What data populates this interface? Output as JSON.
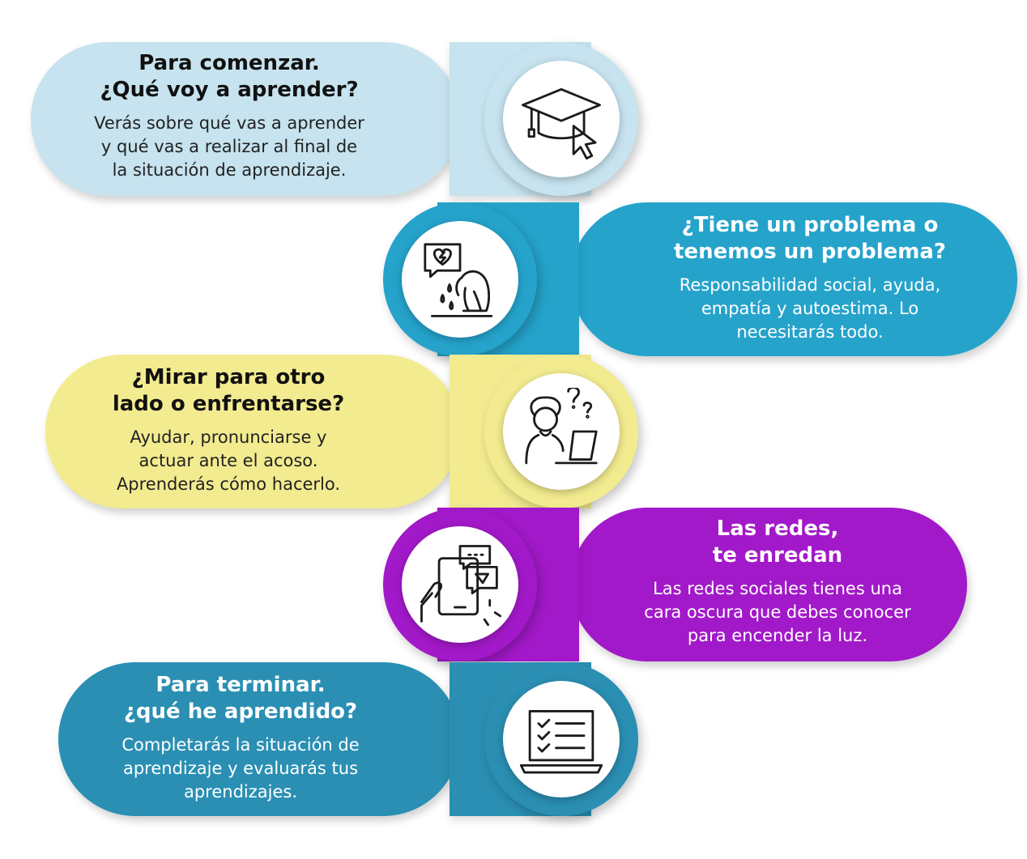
{
  "steps": [
    {
      "title_line1": "Para comenzar.",
      "title_line2": "¿Qué voy a aprender?",
      "desc_line1": "Verás sobre qué vas a aprender",
      "desc_line2": "y qué vas a realizar al final de",
      "desc_line3": "la situación de aprendizaje.",
      "color": "#c6e3ef",
      "icon": "graduation-cap-cursor-icon"
    },
    {
      "title_line1": "¿Tiene un problema o",
      "title_line2": "tenemos un problema?",
      "desc_line1": "Responsabilidad social, ayuda,",
      "desc_line2": "empatía y autoestima. Lo",
      "desc_line3": "necesitarás todo.",
      "color": "#25a3cb",
      "icon": "sad-person-icon"
    },
    {
      "title_line1": "¿Mirar para otro",
      "title_line2": "lado o enfrentarse?",
      "desc_line1": "Ayudar, pronunciarse y",
      "desc_line2": "actuar ante el acoso.",
      "desc_line3": "Aprenderás cómo hacerlo.",
      "color": "#f3eb8f",
      "icon": "confused-person-laptop-icon"
    },
    {
      "title_line1": "Las redes,",
      "title_line2": "te enredan",
      "desc_line1": "Las redes sociales tienes una",
      "desc_line2": "cara oscura que debes conocer",
      "desc_line3": "para encender la luz.",
      "color": "#a219c9",
      "icon": "phone-messages-icon"
    },
    {
      "title_line1": "Para terminar.",
      "title_line2": "¿qué he aprendido?",
      "desc_line1": "Completarás la situación de",
      "desc_line2": "aprendizaje y evaluarás tus",
      "desc_line3": "aprendizajes.",
      "color": "#2a8fb3",
      "icon": "laptop-checklist-icon"
    }
  ]
}
